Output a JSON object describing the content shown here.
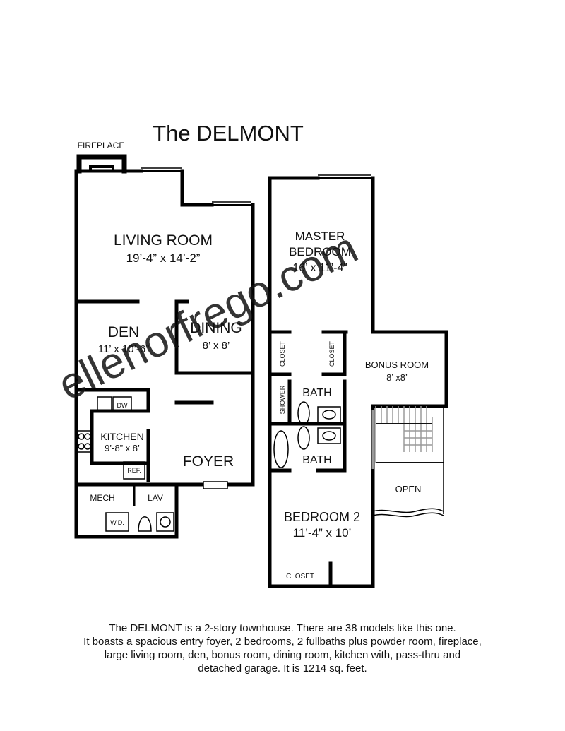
{
  "title": "The DELMONT",
  "watermark": "ellenorfrego.com",
  "colors": {
    "wall": "#000000",
    "watermark": "#c8c8c8",
    "stair": "#9a9a9a"
  },
  "first_floor": {
    "fireplace": "FIREPLACE",
    "living_room": {
      "name": "LIVING ROOM",
      "size": "19’-4” x 14’-2”"
    },
    "den": {
      "name": "DEN",
      "size": "11’ x 10’-6”"
    },
    "dining": {
      "name": "DINING",
      "size": "8’ x 8’"
    },
    "kitchen": {
      "name": "KITCHEN",
      "size": "9’-8” x 8’"
    },
    "dw": "DW",
    "ref": "REF.",
    "foyer": "FOYER",
    "mech": "MECH",
    "lav": "LAV",
    "wd": "W.D."
  },
  "second_floor": {
    "master_bedroom": {
      "name_line1": "MASTER",
      "name_line2": "BEDROOM",
      "size": "16’ x 11’-4”"
    },
    "closet_left": "CLOSET",
    "closet_right": "CLOSET",
    "shower": "SHOWER",
    "bath_upper": "BATH",
    "bath_lower": "BATH",
    "bonus_room": {
      "name": "BONUS ROOM",
      "size": "8’ x8’"
    },
    "open": "OPEN",
    "bedroom2": {
      "name": "BEDROOM 2",
      "size": "11’-4” x 10’"
    },
    "closet_bottom": "CLOSET"
  },
  "description": [
    "The DELMONT is a 2-story townhouse. There are 38 models like this one.",
    "It boasts a spacious entry foyer, 2 bedrooms, 2 fullbaths plus powder room, fireplace,",
    "large living room, den, bonus room, dining room, kitchen with, pass-thru  and",
    "detached garage. It is 1214 sq. feet."
  ]
}
